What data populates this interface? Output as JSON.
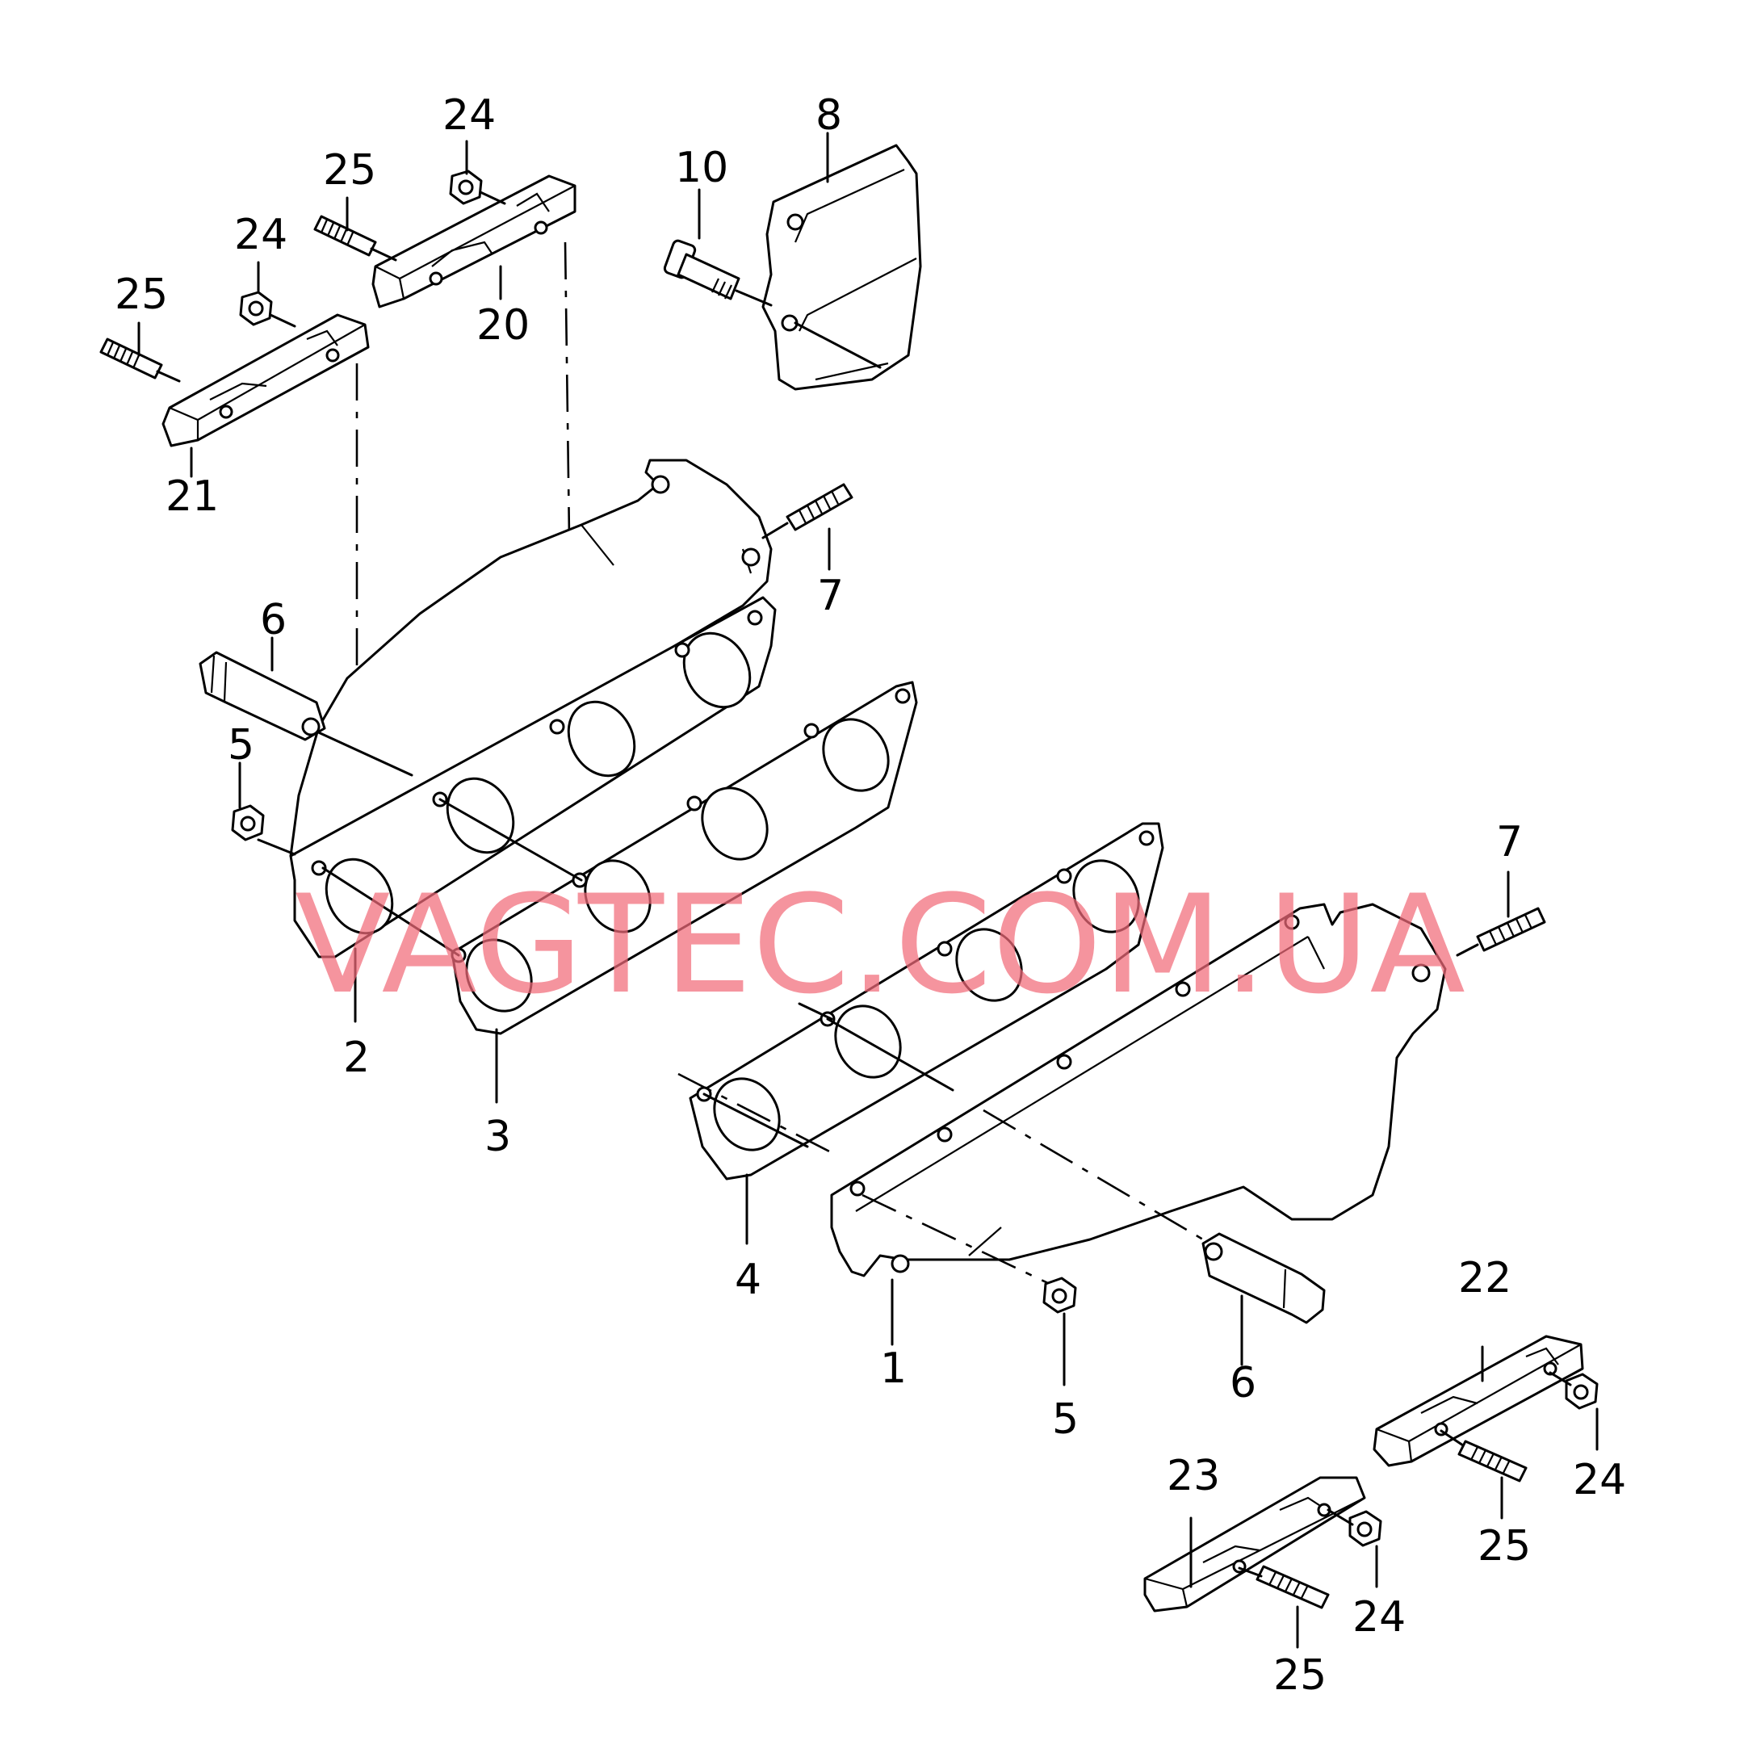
{
  "watermark": "VAGTEC.COM.UA",
  "callouts": {
    "p1": "1",
    "p2": "2",
    "p3": "3",
    "p4": "4",
    "p5a": "5",
    "p5b": "5",
    "p6a": "6",
    "p6b": "6",
    "p7a": "7",
    "p7b": "7",
    "p8": "8",
    "p10": "10",
    "p20": "20",
    "p21": "21",
    "p22": "22",
    "p23": "23",
    "p24a": "24",
    "p24b": "24",
    "p24c": "24",
    "p24d": "24",
    "p25a": "25",
    "p25b": "25",
    "p25c": "25",
    "p25d": "25"
  },
  "colors": {
    "line": "#000000",
    "watermark": "#f26b7a",
    "background": "#ffffff"
  }
}
